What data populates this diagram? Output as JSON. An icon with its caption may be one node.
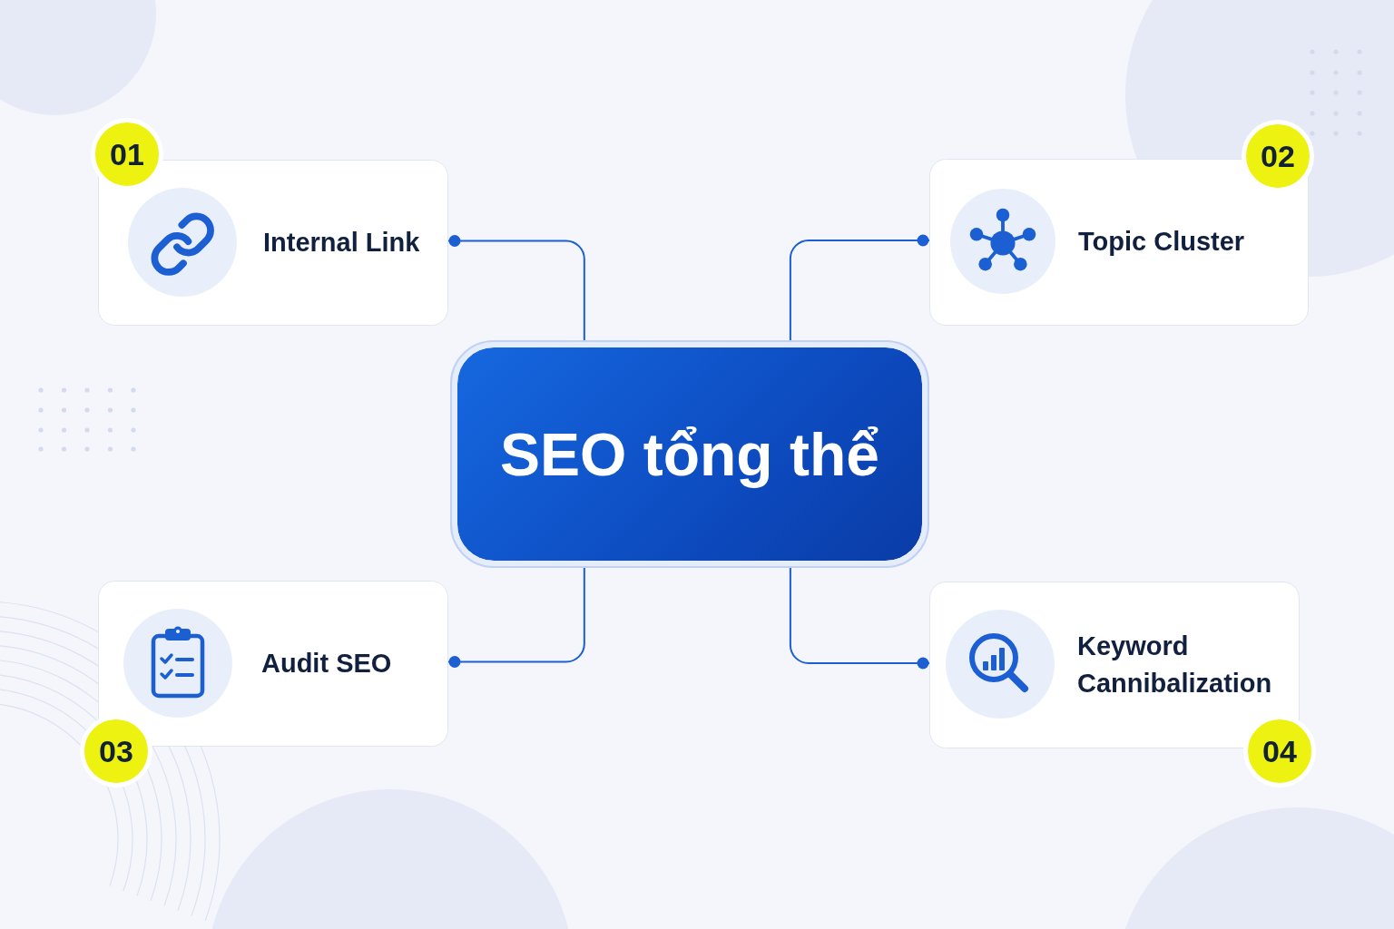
{
  "diagram": {
    "nodes": [
      {
        "text": [
          "01",
          "Internal Link"
        ]
      },
      {
        "text": [
          "02",
          "Topic Cluster"
        ]
      },
      {
        "text": [
          "SEO tổng thể"
        ]
      },
      {
        "text": [
          "Audit SEO",
          "03"
        ]
      },
      {
        "text": [
          "Keyword Cannibalization",
          "04"
        ]
      }
    ],
    "edges": [
      {
        "from": 2,
        "to": 0,
        "arrow": "other"
      },
      {
        "from": 2,
        "to": 1,
        "arrow": "other"
      },
      {
        "from": 2,
        "to": 3,
        "arrow": "other"
      },
      {
        "from": 2,
        "to": 4,
        "arrow": "other"
      }
    ]
  }
}
